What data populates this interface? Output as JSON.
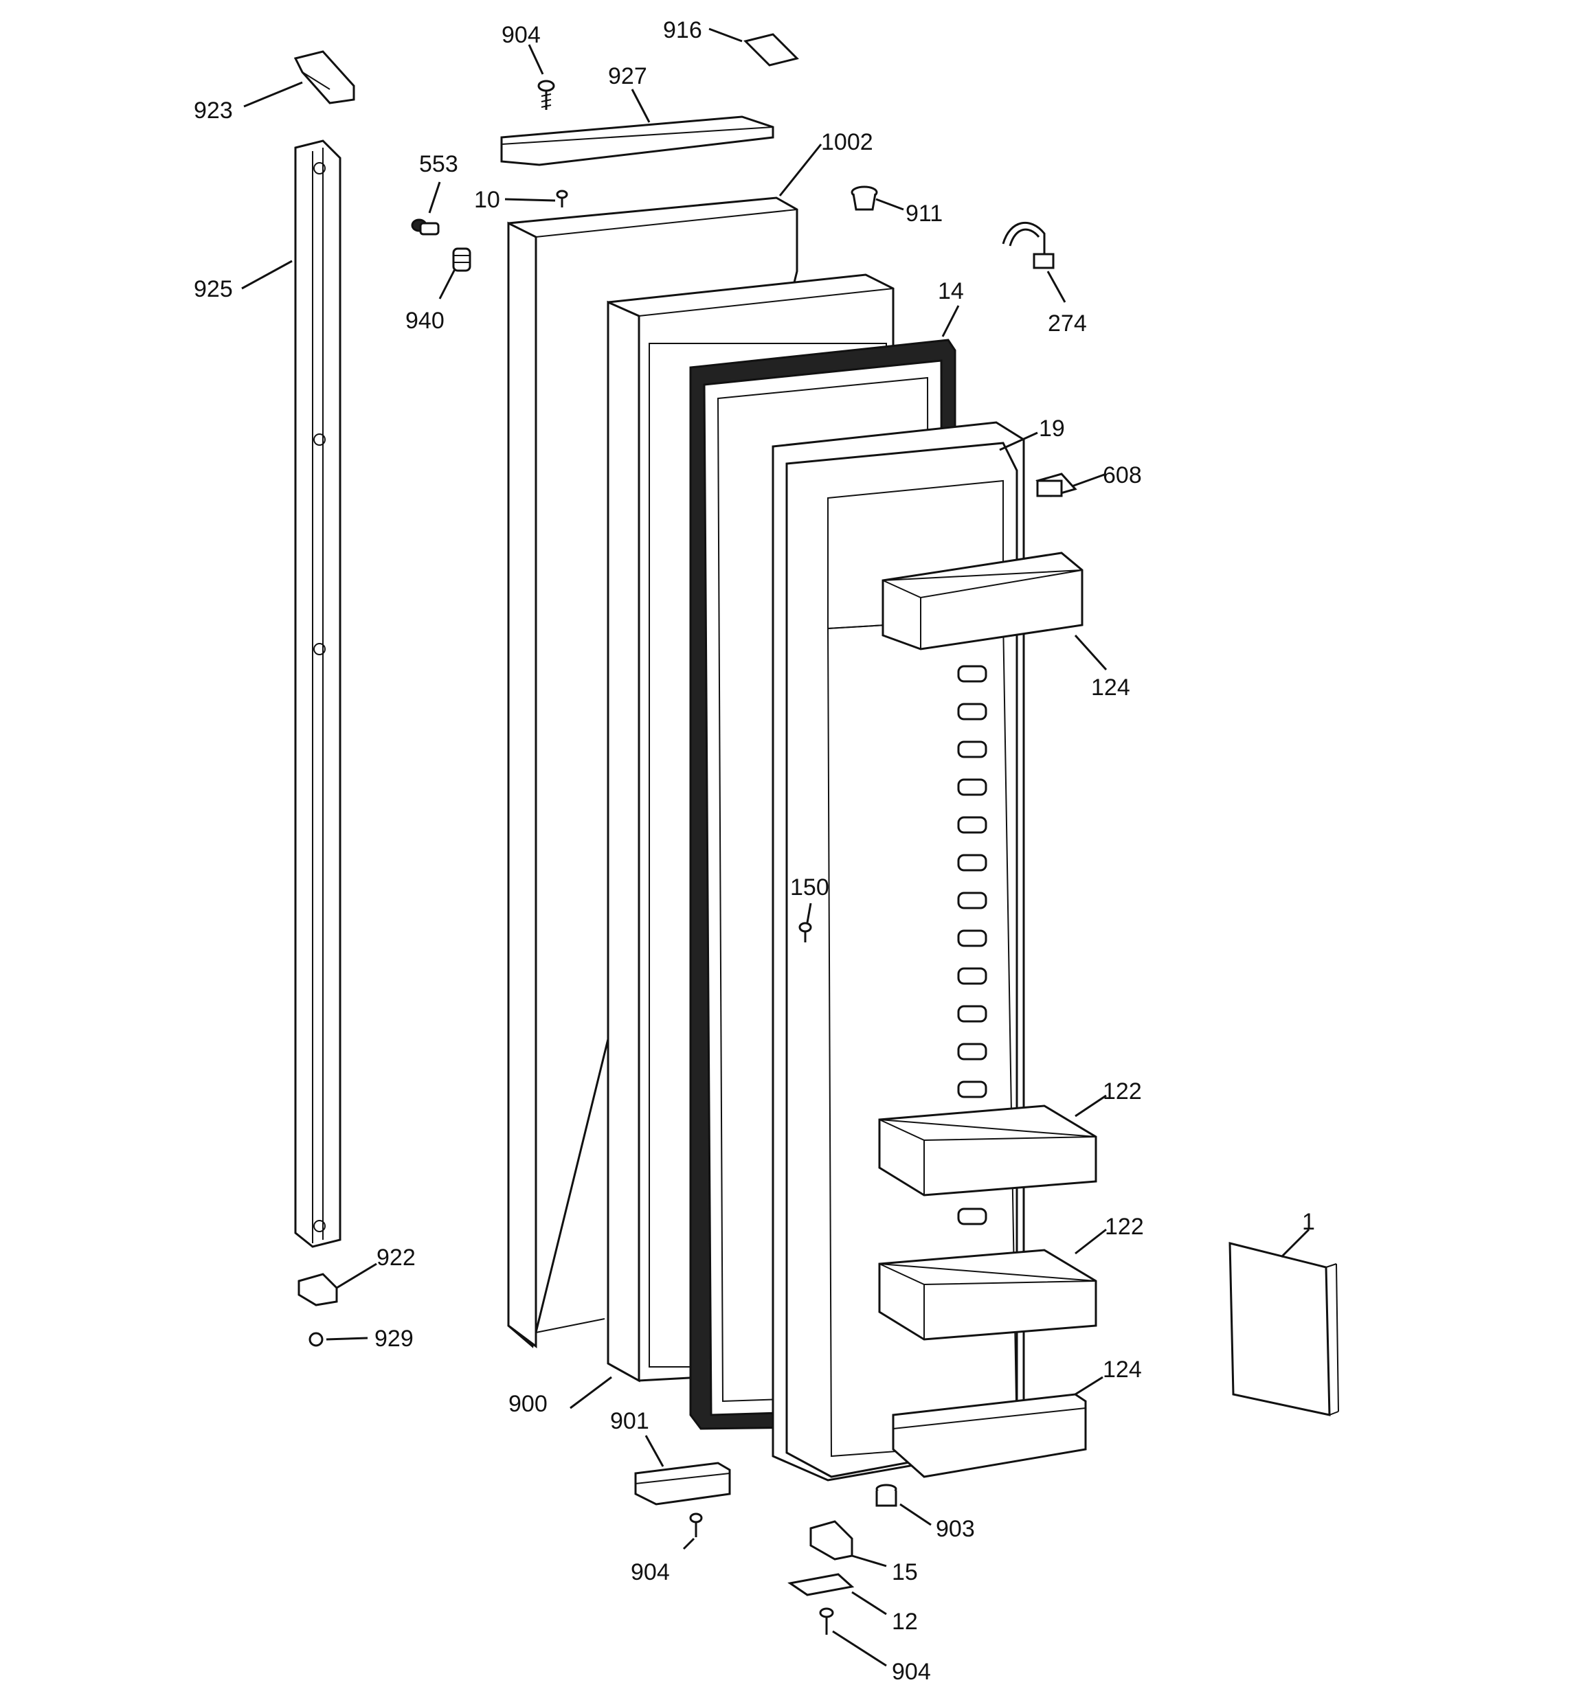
{
  "diagram": {
    "callouts": [
      {
        "id": "p904a",
        "label": "904"
      },
      {
        "id": "p916",
        "label": "916"
      },
      {
        "id": "p923",
        "label": "923"
      },
      {
        "id": "p927",
        "label": "927"
      },
      {
        "id": "p553",
        "label": "553"
      },
      {
        "id": "p1002",
        "label": "1002"
      },
      {
        "id": "p10",
        "label": "10"
      },
      {
        "id": "p911",
        "label": "911"
      },
      {
        "id": "p925",
        "label": "925"
      },
      {
        "id": "p940",
        "label": "940"
      },
      {
        "id": "p14",
        "label": "14"
      },
      {
        "id": "p274",
        "label": "274"
      },
      {
        "id": "p19",
        "label": "19"
      },
      {
        "id": "p608",
        "label": "608"
      },
      {
        "id": "p124a",
        "label": "124"
      },
      {
        "id": "p150",
        "label": "150"
      },
      {
        "id": "p122a",
        "label": "122"
      },
      {
        "id": "p122b",
        "label": "122"
      },
      {
        "id": "p1",
        "label": "1"
      },
      {
        "id": "p922",
        "label": "922"
      },
      {
        "id": "p929",
        "label": "929"
      },
      {
        "id": "p124b",
        "label": "124"
      },
      {
        "id": "p900",
        "label": "900"
      },
      {
        "id": "p901",
        "label": "901"
      },
      {
        "id": "p903",
        "label": "903"
      },
      {
        "id": "p904b",
        "label": "904"
      },
      {
        "id": "p15",
        "label": "15"
      },
      {
        "id": "p12",
        "label": "12"
      },
      {
        "id": "p904c",
        "label": "904"
      }
    ]
  }
}
